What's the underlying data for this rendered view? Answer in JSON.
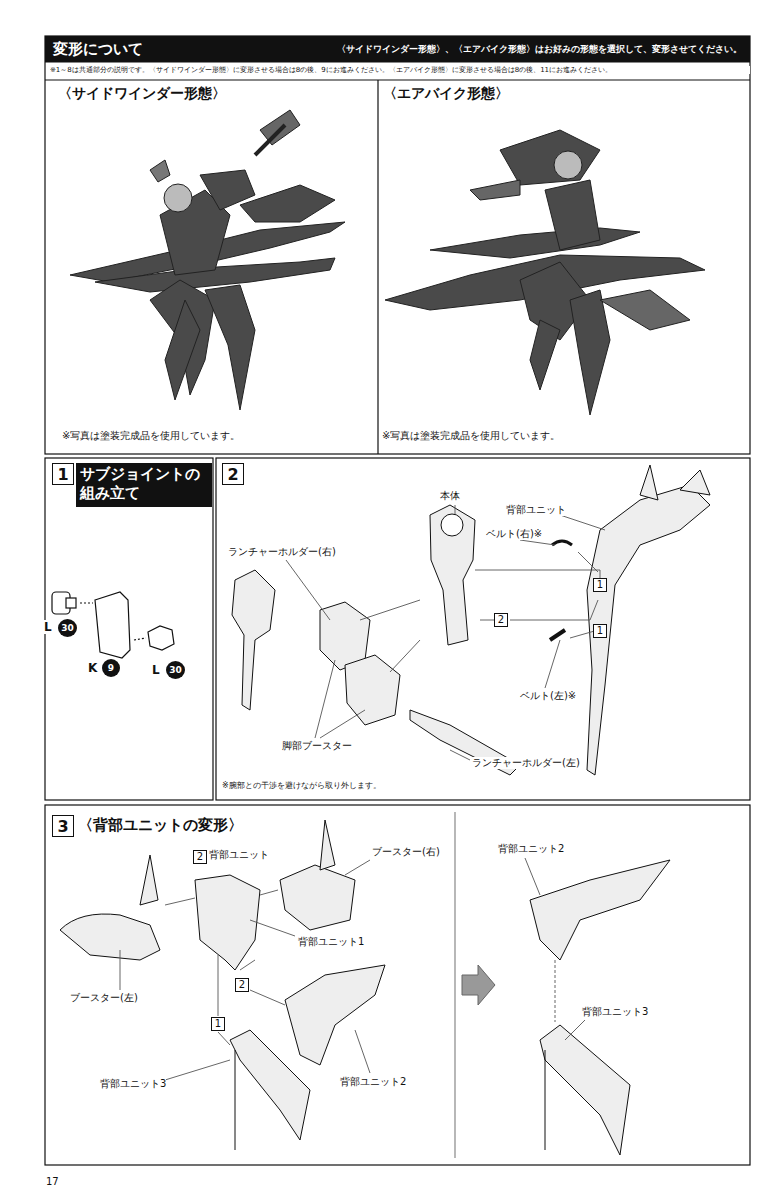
{
  "diagram": {
    "title": "変形について",
    "nodes": [
      {
        "text": [
          "変形について",
          "〈サイドワインダー形態〉、〈エアバイク形態〉はお好みの形態を選択して、変形させてください。"
        ]
      },
      {
        "text": [
          "1"
        ]
      },
      {
        "text": [
          "サブジョイントの組み立て"
        ]
      },
      {
        "text": [
          "30"
        ]
      },
      {
        "text": [
          "9"
        ]
      },
      {
        "text": [
          "30"
        ]
      },
      {
        "text": [
          "2"
        ]
      },
      {
        "text": [
          "1"
        ]
      },
      {
        "text": [
          "2"
        ]
      },
      {
        "text": [
          "1"
        ]
      },
      {
        "text": [
          "3"
        ]
      },
      {
        "text": [
          "2"
        ]
      },
      {
        "text": [
          "1"
        ]
      },
      {
        "text": [
          "2"
        ]
      }
    ],
    "labels": [
      "※1～8は共通部分の説明です。〈サイドワインダー形態〉に変形させる場合は8の後、9にお進みください。〈エアバイク形態〉に変形させる場合は8の後、11にお進みください。",
      "〈サイドワインダー形態〉",
      "〈エアバイク形態〉",
      "※写真は塗装完成品を使用しています。",
      "※写真は塗装完成品を使用しています。",
      "L",
      "K",
      "L",
      "本体",
      "背部ユニット",
      "ランチャーホルダー(右)",
      "ベルト(右)※",
      "脚部ブースター",
      "ベルト(左)※",
      "ランチャーホルダー(左)",
      "※腕部との干渉を避けながら取り外します。",
      "〈背部ユニットの変形〉",
      "背部ユニット",
      "ブースター(右)",
      "背部ユニット1",
      "ブースター(左)",
      "背部ユニット3",
      "背部ユニット2",
      "背部ユニット2",
      "背部ユニット3",
      "17"
    ]
  }
}
